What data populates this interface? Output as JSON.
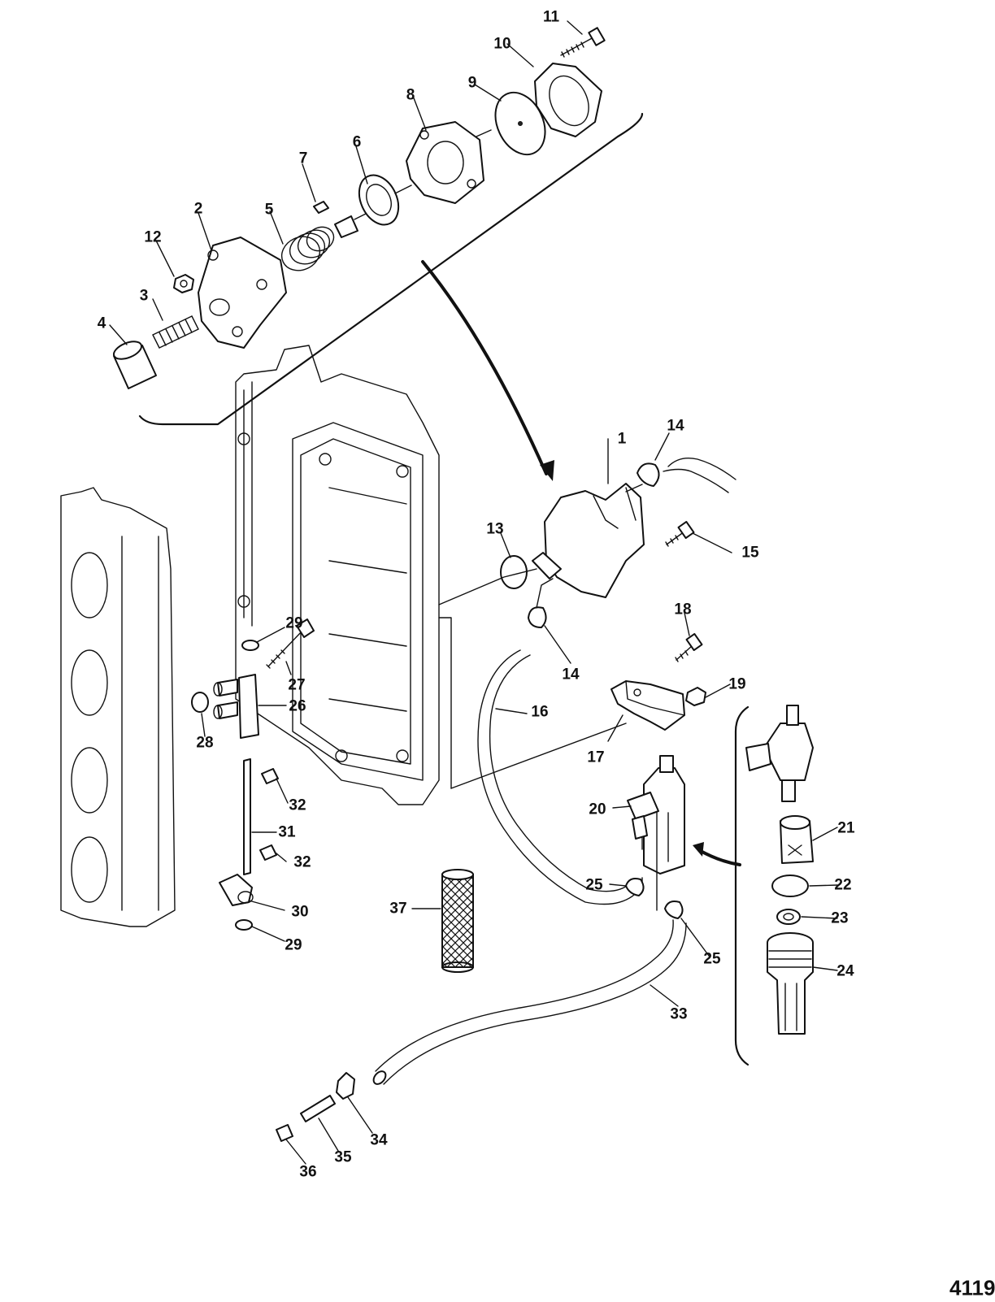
{
  "figure_number": "4119",
  "callouts": [
    {
      "id": "1",
      "label": "1"
    },
    {
      "id": "2",
      "label": "2"
    },
    {
      "id": "3",
      "label": "3"
    },
    {
      "id": "4",
      "label": "4"
    },
    {
      "id": "5",
      "label": "5"
    },
    {
      "id": "6",
      "label": "6"
    },
    {
      "id": "7",
      "label": "7"
    },
    {
      "id": "8",
      "label": "8"
    },
    {
      "id": "9",
      "label": "9"
    },
    {
      "id": "10",
      "label": "10"
    },
    {
      "id": "11",
      "label": "11"
    },
    {
      "id": "12",
      "label": "12"
    },
    {
      "id": "13",
      "label": "13"
    },
    {
      "id": "14a",
      "label": "14"
    },
    {
      "id": "14b",
      "label": "14"
    },
    {
      "id": "15",
      "label": "15"
    },
    {
      "id": "16",
      "label": "16"
    },
    {
      "id": "17",
      "label": "17"
    },
    {
      "id": "18",
      "label": "18"
    },
    {
      "id": "19",
      "label": "19"
    },
    {
      "id": "20",
      "label": "20"
    },
    {
      "id": "21",
      "label": "21"
    },
    {
      "id": "22",
      "label": "22"
    },
    {
      "id": "23",
      "label": "23"
    },
    {
      "id": "24",
      "label": "24"
    },
    {
      "id": "25a",
      "label": "25"
    },
    {
      "id": "25b",
      "label": "25"
    },
    {
      "id": "26",
      "label": "26"
    },
    {
      "id": "27",
      "label": "27"
    },
    {
      "id": "28",
      "label": "28"
    },
    {
      "id": "29a",
      "label": "29"
    },
    {
      "id": "29b",
      "label": "29"
    },
    {
      "id": "30",
      "label": "30"
    },
    {
      "id": "31",
      "label": "31"
    },
    {
      "id": "32a",
      "label": "32"
    },
    {
      "id": "32b",
      "label": "32"
    },
    {
      "id": "33",
      "label": "33"
    },
    {
      "id": "34",
      "label": "34"
    },
    {
      "id": "35",
      "label": "35"
    },
    {
      "id": "36",
      "label": "36"
    },
    {
      "id": "37",
      "label": "37"
    }
  ]
}
